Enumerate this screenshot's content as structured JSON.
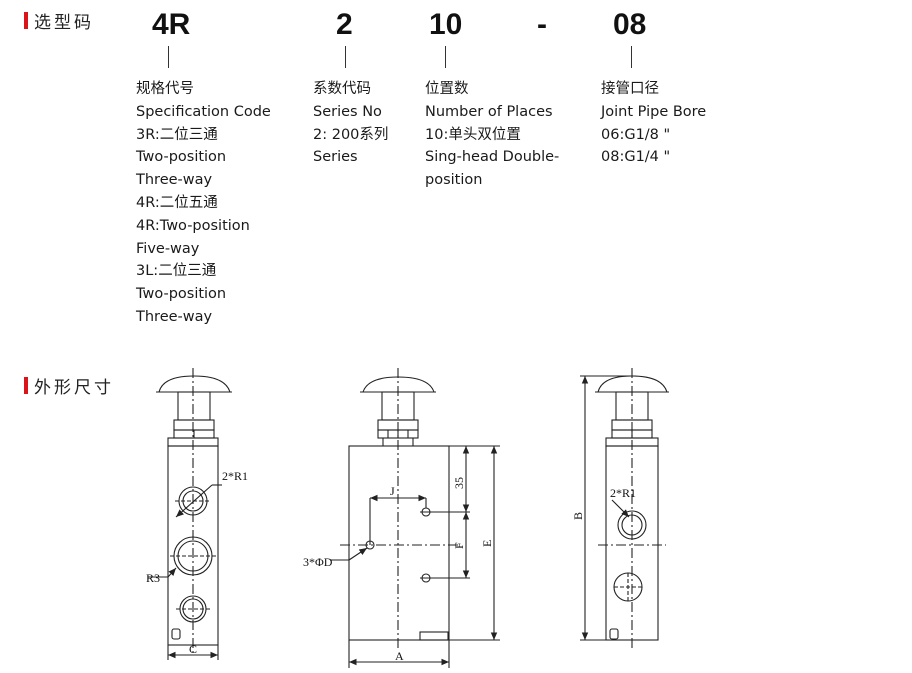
{
  "sections": {
    "selection": "选型码",
    "dimensions": "外形尺寸"
  },
  "code": {
    "part1": "4R",
    "part2": "2",
    "part3": "10",
    "dash": "-",
    "part4": "08"
  },
  "columns": [
    [
      "规格代号",
      "Specification Code",
      "3R:二位三通",
      "Two-position",
      "Three-way",
      "4R:二位五通",
      "4R:Two-position",
      "Five-way",
      "3L:二位三通",
      "Two-position",
      "Three-way"
    ],
    [
      "系数代码",
      "Series No",
      "2: 200系列",
      "Series"
    ],
    [
      "位置数",
      "Number of Places",
      "10:单头双位置",
      "Sing-head Double-",
      "position"
    ],
    [
      "接管口径",
      "Joint Pipe Bore",
      "06:G1/8 \"",
      "08:G1/4 \""
    ]
  ],
  "dims": {
    "r1_left": "2*R1",
    "r3": "R3",
    "c": "C",
    "j": "J",
    "d35": "35",
    "f": "F",
    "e": "E",
    "phi_d": "3*ΦD",
    "a": "A",
    "b": "B",
    "r1_right": "2*R1"
  }
}
